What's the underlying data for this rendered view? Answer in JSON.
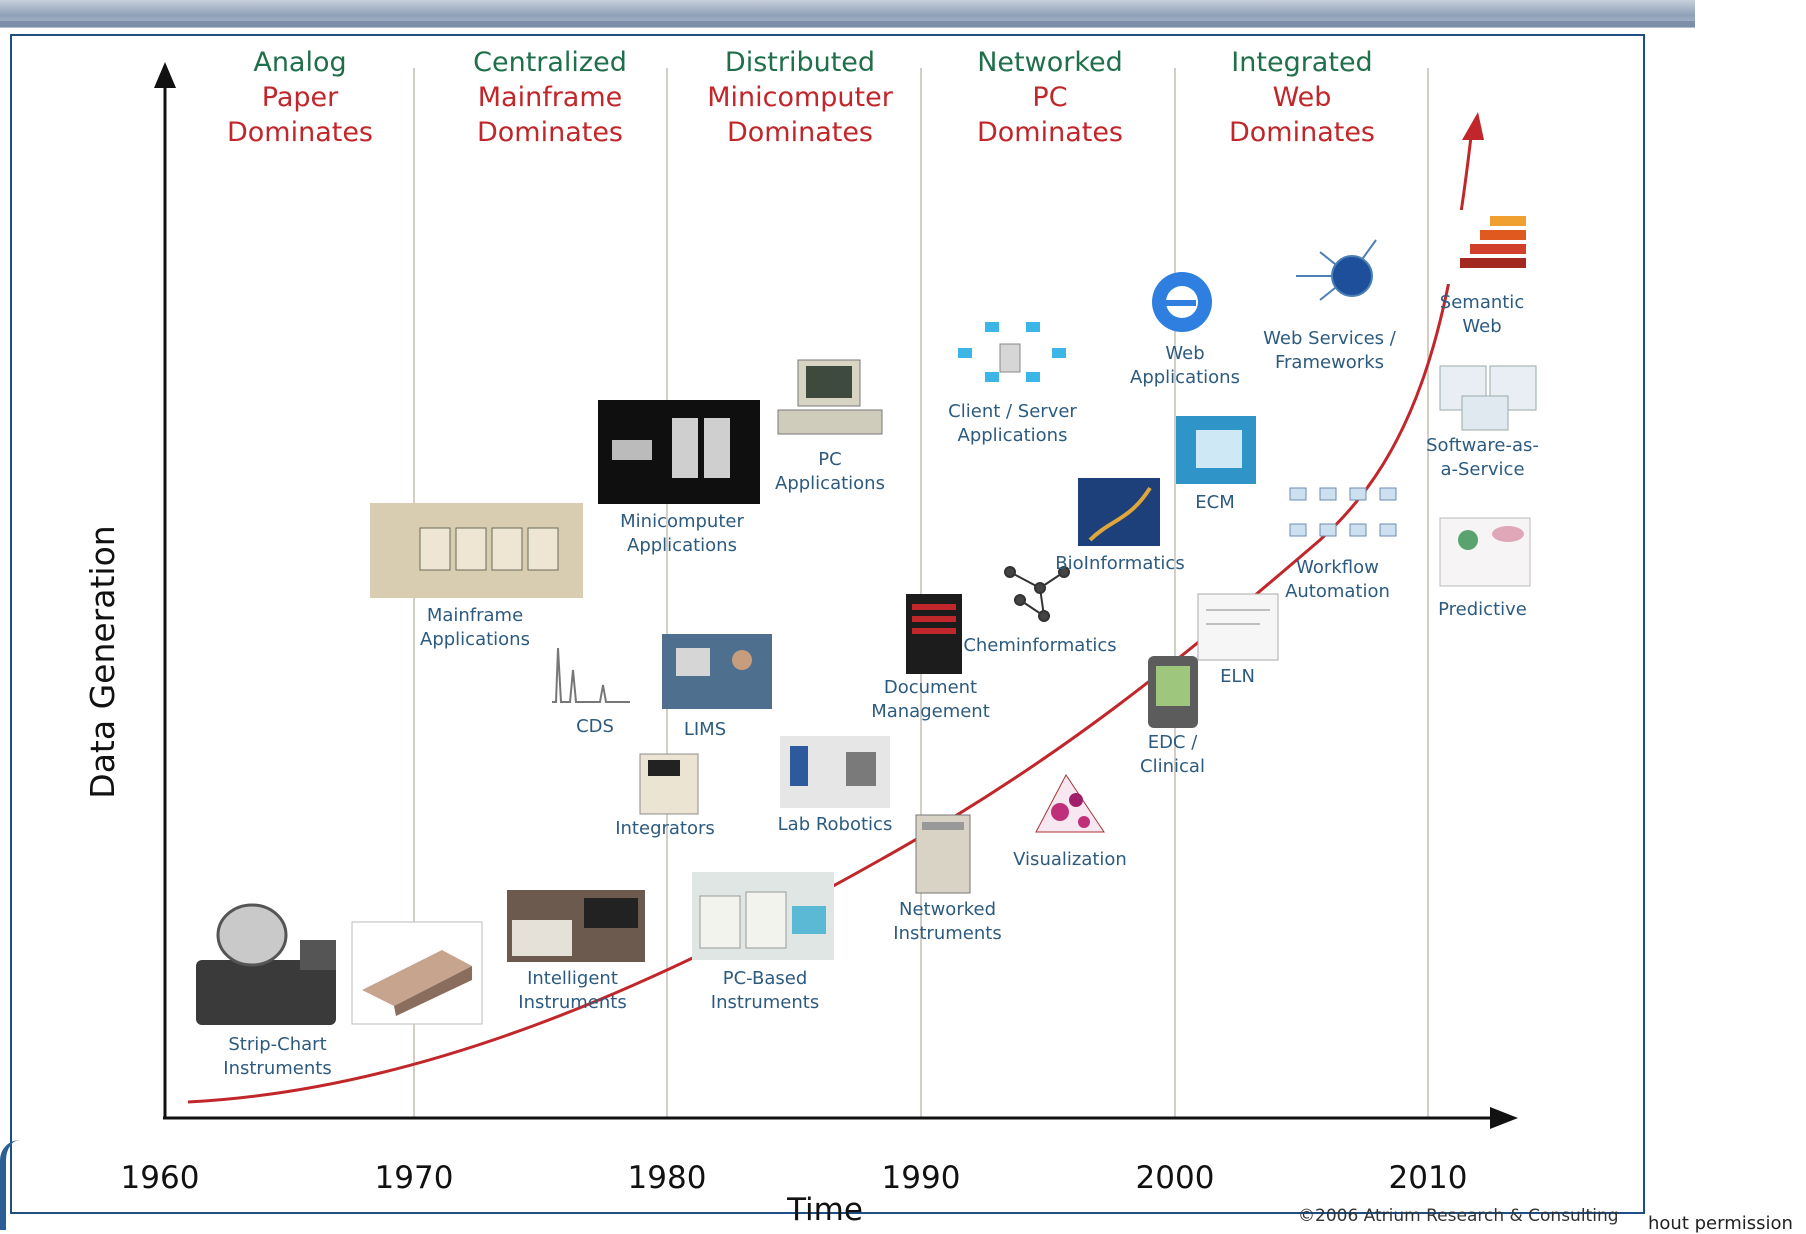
{
  "eras": [
    {
      "line1": "Analog",
      "line2": "Paper",
      "line3": "Dominates"
    },
    {
      "line1": "Centralized",
      "line2": "Mainframe",
      "line3": "Dominates"
    },
    {
      "line1": "Distributed",
      "line2": "Minicomputer",
      "line3": "Dominates"
    },
    {
      "line1": "Networked",
      "line2": "PC",
      "line3": "Dominates"
    },
    {
      "line1": "Integrated",
      "line2": "Web",
      "line3": "Dominates"
    }
  ],
  "x_ticks": [
    "1960",
    "1970",
    "1980",
    "1990",
    "2000",
    "2010"
  ],
  "axes": {
    "x_title": "Time",
    "y_title": "Data Generation"
  },
  "items": {
    "strip_chart": "Strip-Chart Instruments",
    "intelligent": "Intelligent Instruments",
    "pc_based": "PC-Based Instruments",
    "networked": "Networked Instruments",
    "mainframe": "Mainframe Applications",
    "cds": "CDS",
    "integrators": "Integrators",
    "lims": "LIMS",
    "minicomputer": "Minicomputer Applications",
    "pc_apps": "PC Applications",
    "lab_robotics": "Lab Robotics",
    "doc_mgmt": "Document Management",
    "cheminformatics": "Cheminformatics",
    "visualization": "Visualization",
    "client_server": "Client / Server Applications",
    "bioinformatics": "BioInformatics",
    "web_apps": "Web Applications",
    "ecm": "ECM",
    "edc": "EDC / Clinical",
    "eln": "ELN",
    "web_services": "Web Services / Frameworks",
    "workflow": "Workflow Automation",
    "semantic_web": "Semantic Web",
    "saas": "Software-as-a-Service",
    "predictive": "Predictive"
  },
  "copyright": "©2006 Atrium Research & Consulting",
  "cut_text": "hout permission",
  "colors": {
    "era_green": "#1f6f4a",
    "era_red": "#c1262a",
    "label_blue": "#2d5b7f",
    "curve": "#c1262a",
    "frame": "#1d4f84"
  }
}
